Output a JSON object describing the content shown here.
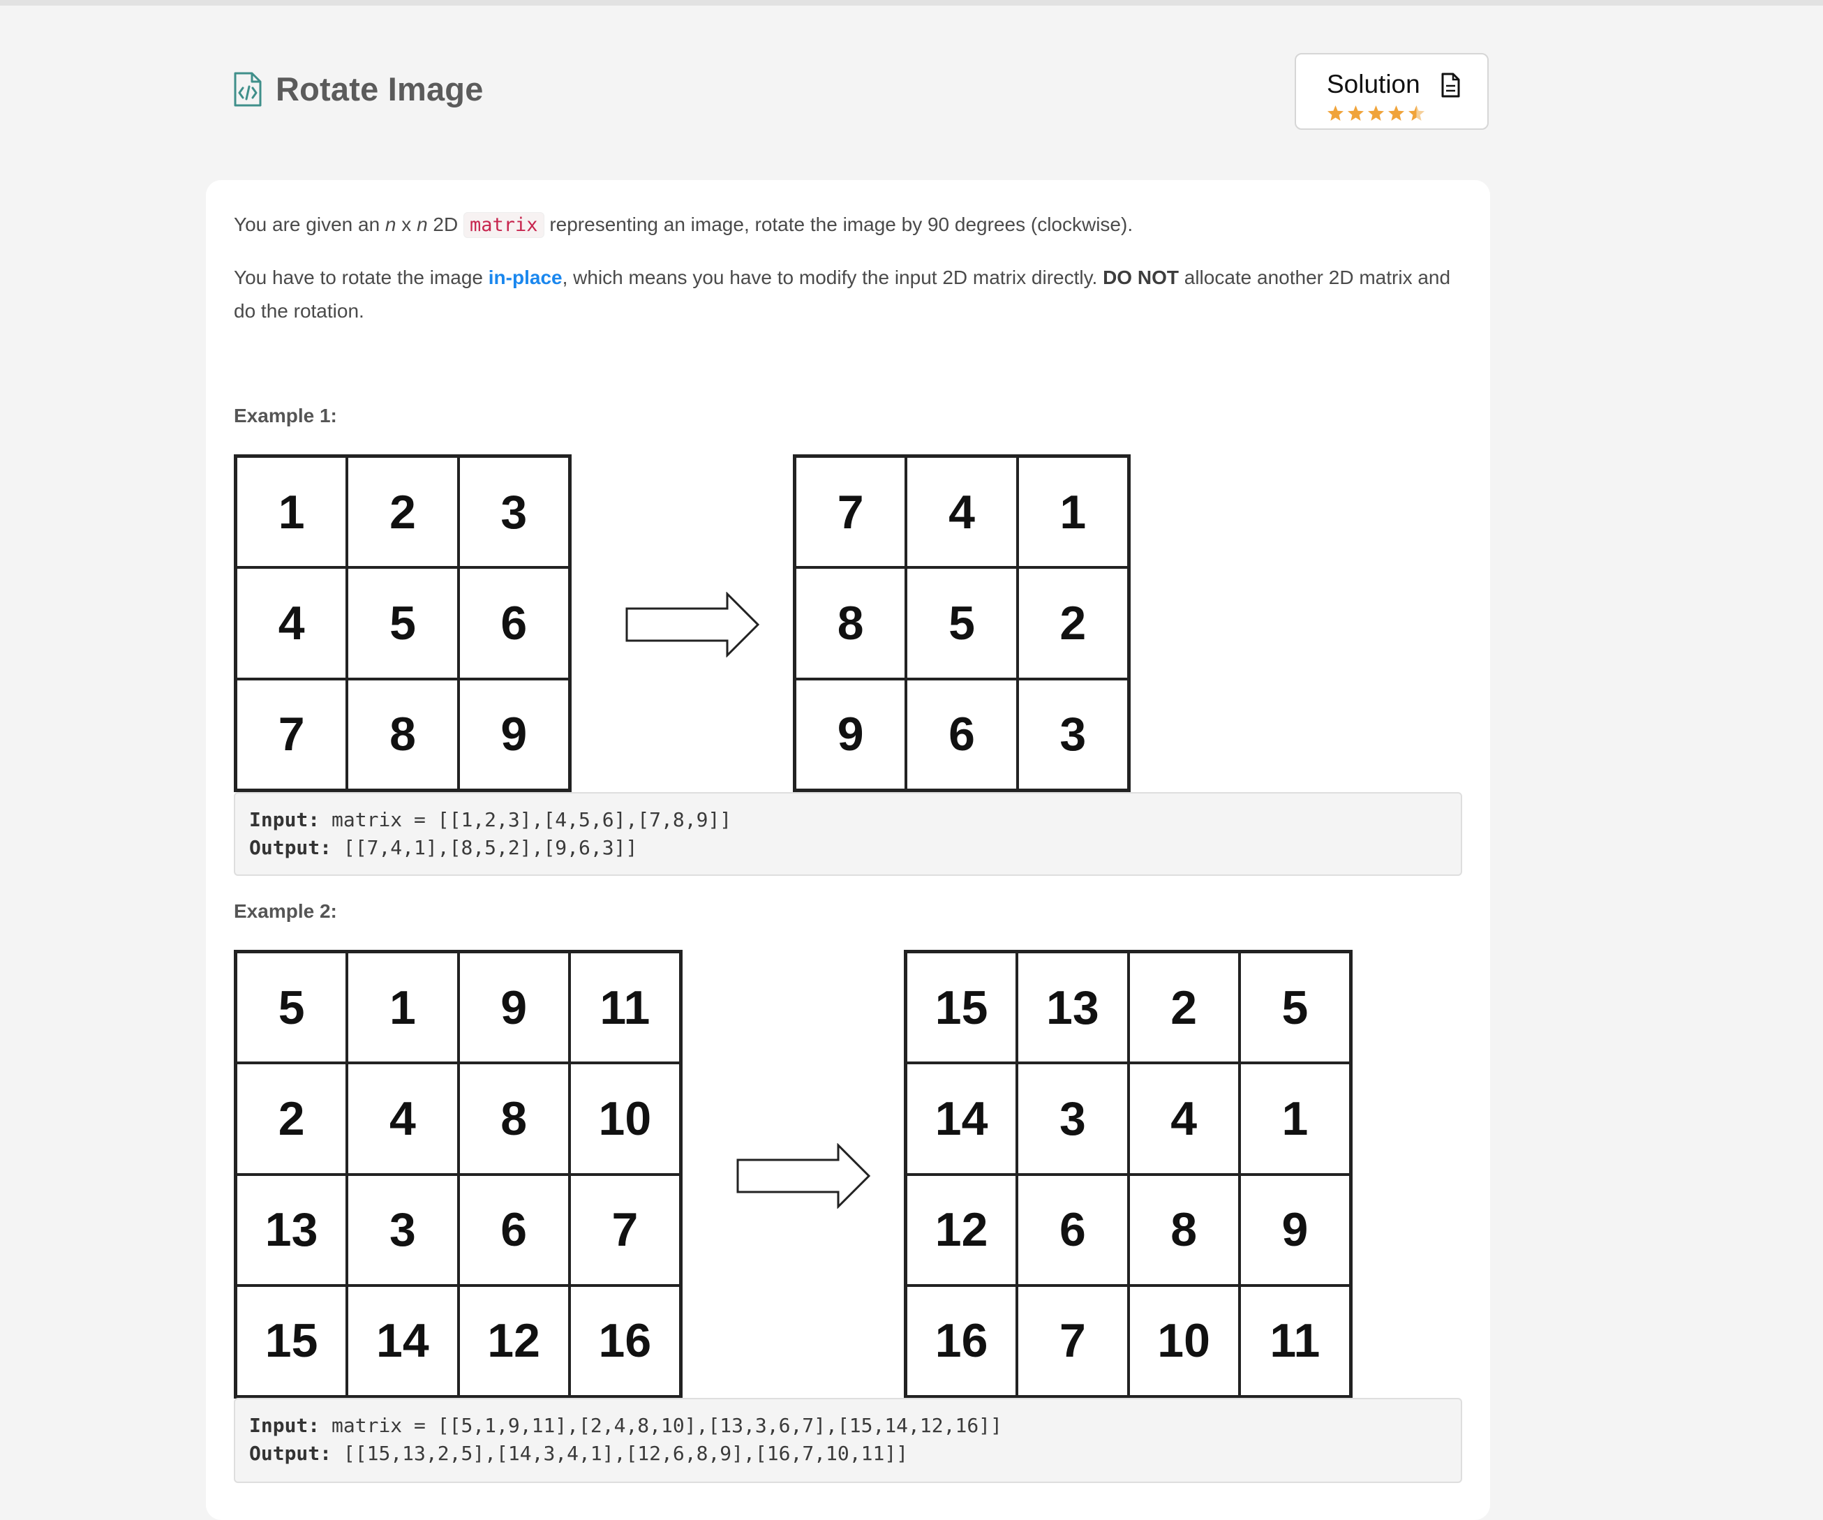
{
  "header": {
    "title": "Rotate Image",
    "title_icon": "code-file-icon",
    "solution_label": "Solution",
    "solution_icon": "document-icon",
    "rating_stars": 4.5
  },
  "description": {
    "p1_a": "You are given an ",
    "p1_n1": "n",
    "p1_x": " x ",
    "p1_n2": "n",
    "p1_b": " 2D ",
    "p1_code": "matrix",
    "p1_c": " representing an image, rotate the image by 90 degrees (clockwise).",
    "p2_a": "You have to rotate the image ",
    "p2_link": "in-place",
    "p2_b": ", which means you have to modify the input 2D matrix directly. ",
    "p2_bold": "DO NOT",
    "p2_c": " allocate another 2D matrix and do the rotation."
  },
  "examples": [
    {
      "label": "Example 1:",
      "input_key": "Input:",
      "input_value": " matrix = [[1,2,3],[4,5,6],[7,8,9]]",
      "output_key": "Output:",
      "output_value": " [[7,4,1],[8,5,2],[9,6,3]]",
      "before": [
        [
          "1",
          "2",
          "3"
        ],
        [
          "4",
          "5",
          "6"
        ],
        [
          "7",
          "8",
          "9"
        ]
      ],
      "after": [
        [
          "7",
          "4",
          "1"
        ],
        [
          "8",
          "5",
          "2"
        ],
        [
          "9",
          "6",
          "3"
        ]
      ]
    },
    {
      "label": "Example 2:",
      "input_key": "Input:",
      "input_value": " matrix = [[5,1,9,11],[2,4,8,10],[13,3,6,7],[15,14,12,16]]",
      "output_key": "Output:",
      "output_value": " [[15,13,2,5],[14,3,4,1],[12,6,8,9],[16,7,10,11]]",
      "before": [
        [
          "5",
          "1",
          "9",
          "11"
        ],
        [
          "2",
          "4",
          "8",
          "10"
        ],
        [
          "13",
          "3",
          "6",
          "7"
        ],
        [
          "15",
          "14",
          "12",
          "16"
        ]
      ],
      "after": [
        [
          "15",
          "13",
          "2",
          "5"
        ],
        [
          "14",
          "3",
          "4",
          "1"
        ],
        [
          "12",
          "6",
          "8",
          "9"
        ],
        [
          "16",
          "7",
          "10",
          "11"
        ]
      ]
    }
  ],
  "colors": {
    "accent_link": "#1a87ee",
    "code_text": "#c7254e",
    "star": "#f0a33a",
    "icon_teal": "#3f8f8a"
  }
}
